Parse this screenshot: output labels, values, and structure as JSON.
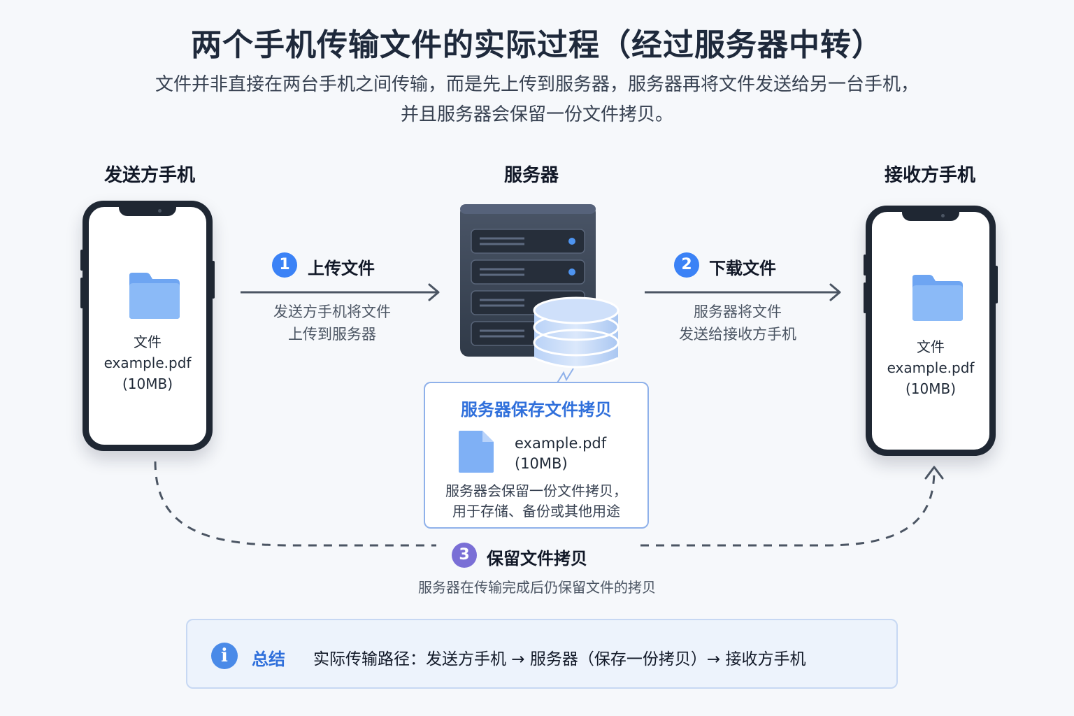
{
  "title": "两个手机传输文件的实际过程（经过服务器中转）",
  "subtitle": {
    "line1": "文件并非直接在两台手机之间传输，而是先上传到服务器，服务器再将文件发送给另一台手机，",
    "line2": "并且服务器会保留一份文件拷贝。"
  },
  "sender": {
    "label": "发送方手机",
    "file_label": "文件",
    "file_name": "example.pdf",
    "file_size": "(10MB)",
    "icon": "folder-icon"
  },
  "server": {
    "label": "服务器",
    "icon": "server-rack-icon",
    "db_icon": "database-icon"
  },
  "receiver": {
    "label": "接收方手机",
    "file_label": "文件",
    "file_name": "example.pdf",
    "file_size": "(10MB)",
    "icon": "folder-icon"
  },
  "step1": {
    "number": "1",
    "label": "上传文件",
    "desc_line1": "发送方手机将文件",
    "desc_line2": "上传到服务器"
  },
  "step2": {
    "number": "2",
    "label": "下载文件",
    "desc_line1": "服务器将文件",
    "desc_line2": "发送给接收方手机"
  },
  "copy_box": {
    "title": "服务器保存文件拷贝",
    "file_name": "example.pdf",
    "file_size": "(10MB)",
    "desc_line1": "服务器会保留一份文件拷贝，",
    "desc_line2": "用于存储、备份或其他用途",
    "icon": "document-icon"
  },
  "step3": {
    "number": "3",
    "label": "保留文件拷贝",
    "desc": "服务器在传输完成后仍保留文件的拷贝"
  },
  "summary": {
    "icon": "info-icon",
    "icon_glyph": "i",
    "label": "总结",
    "text": "实际传输路径：发送方手机 → 服务器（保存一份拷贝）→ 接收方手机"
  },
  "colors": {
    "accent_blue": "#3b82f6",
    "step3_purple": "#7a6fd6",
    "folder_blue": "#7fb0f5",
    "server_dark": "#3d4756",
    "arrow_gray": "#4b5563"
  }
}
